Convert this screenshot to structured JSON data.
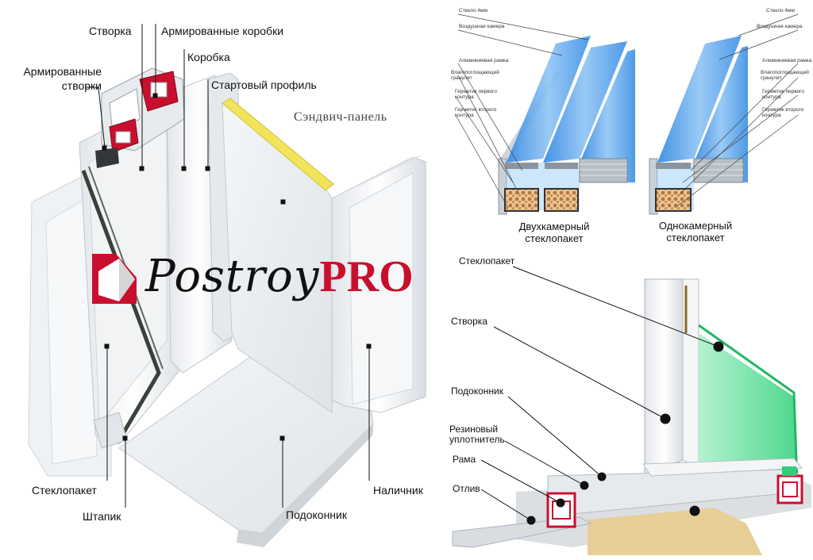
{
  "left": {
    "labels": {
      "stvorka": "Створка",
      "armirovannye_korobki": "Армированные коробки",
      "armirovannye_stvorki_1": "Армированные",
      "armirovannye_stvorki_2": "створки",
      "korobka": "Коробка",
      "startovyi_profil": "Стартовый профиль",
      "sendvich_panel": "Сэндвич-панель",
      "steklopaket": "Стеклопакет",
      "shtapik": "Штапик",
      "podokonnik": "Подоконник",
      "nalichnik": "Наличник"
    },
    "brand": {
      "script": "Postroy",
      "bold": "PRO",
      "bold_color": "#c8102e"
    }
  },
  "top_right": {
    "double": {
      "labels": [
        "Стекло 4мм",
        "Воздушная камера",
        "Алюминиевая рамка",
        "Влагопоглощающий",
        "гранулят",
        "Герметик первого",
        "контура",
        "Герметик второго",
        "контура"
      ],
      "caption_1": "Двухкамерный",
      "caption_2": "стеклопакет"
    },
    "single": {
      "labels": [
        "Стекло 4мм",
        "Воздушная камера",
        "Алюминиевая рамка",
        "Влагопоглощающий",
        "гранулят",
        "Герметик первого",
        "контура",
        "Герметик второго",
        "контура"
      ],
      "caption_1": "Однокамерный",
      "caption_2": "стеклопакет"
    }
  },
  "bottom_right": {
    "labels": {
      "steklopaket": "Стеклопакет",
      "stvorka": "Створка",
      "podokonnik": "Подоконник",
      "rezinovyi_1": "Резиновый",
      "rezinovyi_2": "уплотнитель",
      "rama": "Рама",
      "otliv": "Отлив"
    }
  },
  "colors": {
    "glass": "#5aa8ee",
    "glass_light": "#bfe0fb",
    "pvc": "#eef0f2",
    "reinforcement": "#c8102e",
    "sealant": "#f0e060",
    "green_glass": "#3fe08a"
  }
}
